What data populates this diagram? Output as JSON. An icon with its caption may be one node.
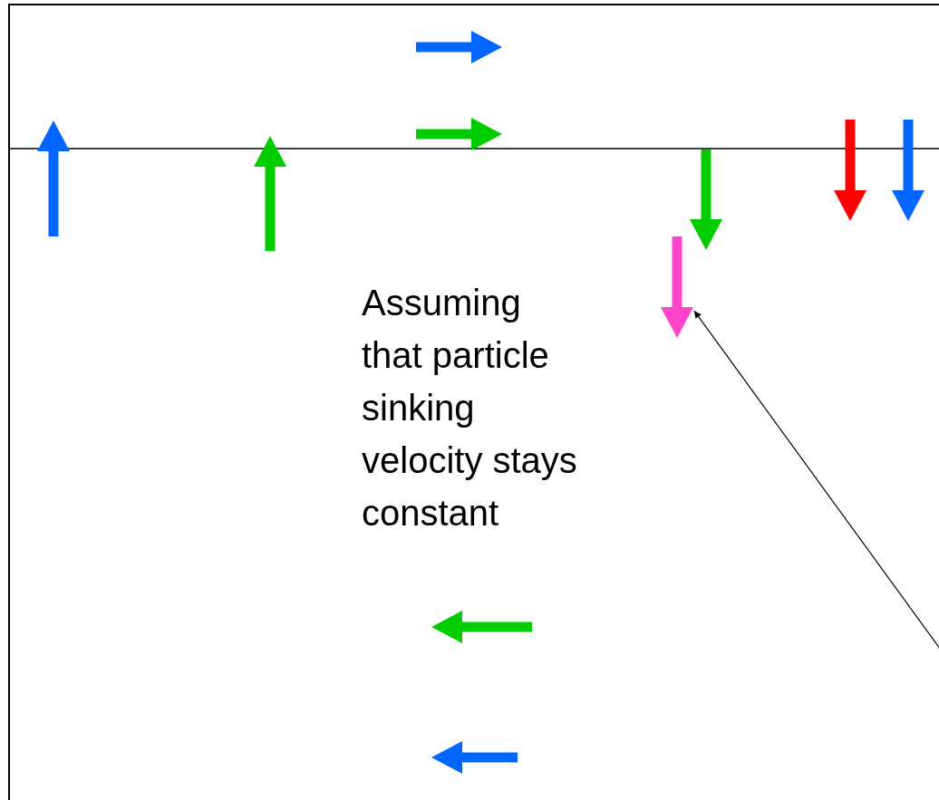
{
  "diagram": {
    "nodes": [
      {
        "text": [],
        "shape": "arrow"
      },
      {
        "text": [],
        "shape": "arrow"
      },
      {
        "text": [],
        "shape": "arrow"
      },
      {
        "text": [],
        "shape": "arrow"
      },
      {
        "text": [],
        "shape": "arrow"
      },
      {
        "text": [],
        "shape": "arrow"
      },
      {
        "text": [],
        "shape": "arrow"
      },
      {
        "text": [],
        "shape": "arrow"
      },
      {
        "text": [],
        "shape": "arrow"
      },
      {
        "text": [],
        "shape": "arrow"
      }
    ],
    "edges": [
      {
        "from": null,
        "to": 7,
        "arrow": "to"
      }
    ],
    "labels": [
      "Assuming that particle sinking velocity stays constant"
    ]
  }
}
